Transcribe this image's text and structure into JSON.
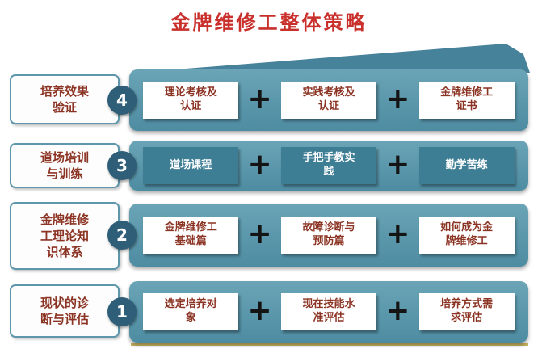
{
  "title": "金牌维修工整体策略",
  "plus": "+",
  "palette": {
    "bar_teal": "#4E8CA2",
    "bar_teal_light": "#6AA4B6",
    "dark_box_teal": "#3E7E95",
    "circle_navy": "#2E5E78",
    "text_dark_red": "#8C3424",
    "title_red": "#C9302C",
    "underline_khaki": "#C8B462"
  },
  "rows": [
    {
      "step": "4",
      "label": "培养效果\n验证",
      "variant": "light",
      "items": [
        "理论考核及\n认证",
        "实践考核及\n认证",
        "金牌维修工\n证书"
      ]
    },
    {
      "step": "3",
      "label": "道场培训\n与训练",
      "variant": "dark",
      "items": [
        "道场课程",
        "手把手教实\n践",
        "勤学苦练"
      ]
    },
    {
      "step": "2",
      "label": "金牌维修\n工理论知\n识体系",
      "variant": "light",
      "items": [
        "金牌维修工\n基础篇",
        "故障诊断与\n预防篇",
        "如何成为金\n牌维修工"
      ]
    },
    {
      "step": "1",
      "label": "现状的诊\n断与评估",
      "variant": "light",
      "items": [
        "选定培养对\n象",
        "现在技能水\n准评估",
        "培养方式需\n求评估"
      ]
    }
  ]
}
